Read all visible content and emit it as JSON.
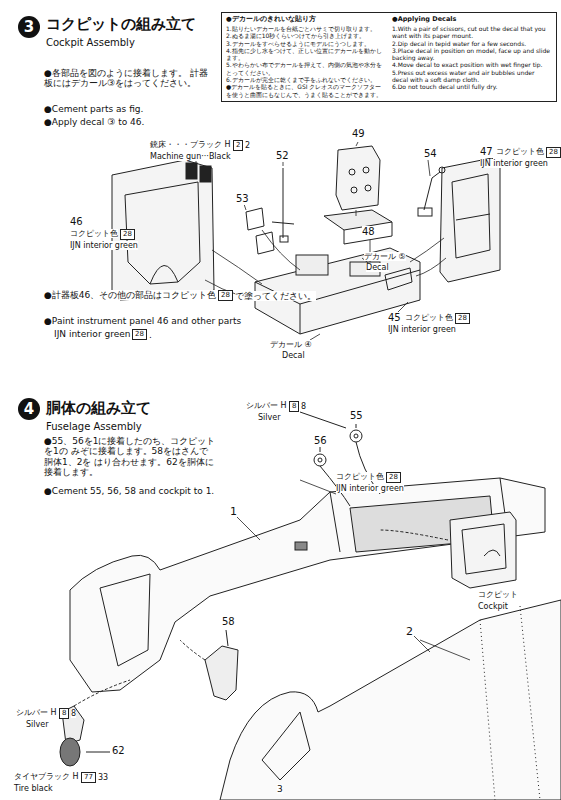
{
  "diagram": {
    "nodes": [
      {
        "text": [
          "3"
        ]
      },
      {
        "text": [
          "●デカールのきれいな貼り方",
          "1.貼りたいデカールを台紙ごとハサミで切り取ります。",
          "2.ぬるま湯に10秒くらいつけてから引き上げます。",
          "3.デカールをすべらせるようにモデルにうつします。",
          "4.指先に少し水をつけて、正しい位置にデカールを動かします。",
          "5.やわらかい布でデカールを押えて、内側の気泡や水分をとってください。",
          "6.デカールが完全に乾くまで手をふれないでください。",
          "●デカールを貼るときに、GSI クレオスのマークソフターを使うと曲面にもなじんで、うまく貼ることができます。",
          "●Applying Decals",
          "1.With a pair of scissors, cut out the decal that you want with its paper mount.",
          "2.Dip decal in tepid water for a few seconds.",
          "3.Place decal in position on model, face up and slide backing away.",
          "4.Move decal to exact position with wet finger tip.",
          "5.Press out excess water and air bubbles under decal with a soft damp cloth.",
          "6.Do not touch decal until fully dry."
        ]
      },
      {
        "text": [
          "2"
        ]
      },
      {
        "text": [
          "28"
        ]
      },
      {
        "text": [
          "28"
        ]
      },
      {
        "text": [
          "28"
        ]
      },
      {
        "text": [
          "28"
        ]
      },
      {
        "text": [
          "28"
        ]
      },
      {
        "text": [
          "4"
        ]
      },
      {
        "text": [
          "8"
        ]
      },
      {
        "text": [
          "28"
        ]
      },
      {
        "text": [
          "8"
        ]
      },
      {
        "text": [
          "77"
        ]
      }
    ],
    "labels": [
      "コクピットの組み立て",
      "Cockpit Assembly",
      "●各部品を図のように接着します。 計器板にはデカール③をはってください。",
      "●Cement parts as fig.",
      "●Apply decal ③ to 46.",
      "銃床・・・ブラック H",
      "2",
      "Machine gun···Black",
      "49",
      "52",
      "54",
      "47",
      "コクピット色",
      "IJN interior green",
      "53",
      "48",
      "46",
      "コクピット色",
      "IJN interior green",
      "デカール ⑤",
      "Decal",
      "45",
      "コクピット色",
      "IJN interior green",
      "デカール ④",
      "Decal",
      "●計器板46、その他の部品はコクピット色",
      "で塗ってください。",
      "●Paint instrument panel 46 and other parts",
      "IJN interior green",
      ".",
      "胴体の組み立て",
      "Fuselage Assembly",
      "●55、56を1に接着したのち、コクピットを1の みぞに接着します。58をはさんで胴体1、2を はり合わせます。62を胴体に接着します。",
      "●Cement 55, 56, 58 and cockpit to 1.",
      "シルバー H",
      "8",
      "Silver",
      "55",
      "56",
      "コクピット色",
      "IJN interior green",
      "1",
      "コクピット",
      "Cockpit",
      "58",
      "シルバー H",
      "8",
      "Silver",
      "62",
      "タイヤブラック H",
      "33",
      "Tire black",
      "2",
      "3"
    ]
  }
}
